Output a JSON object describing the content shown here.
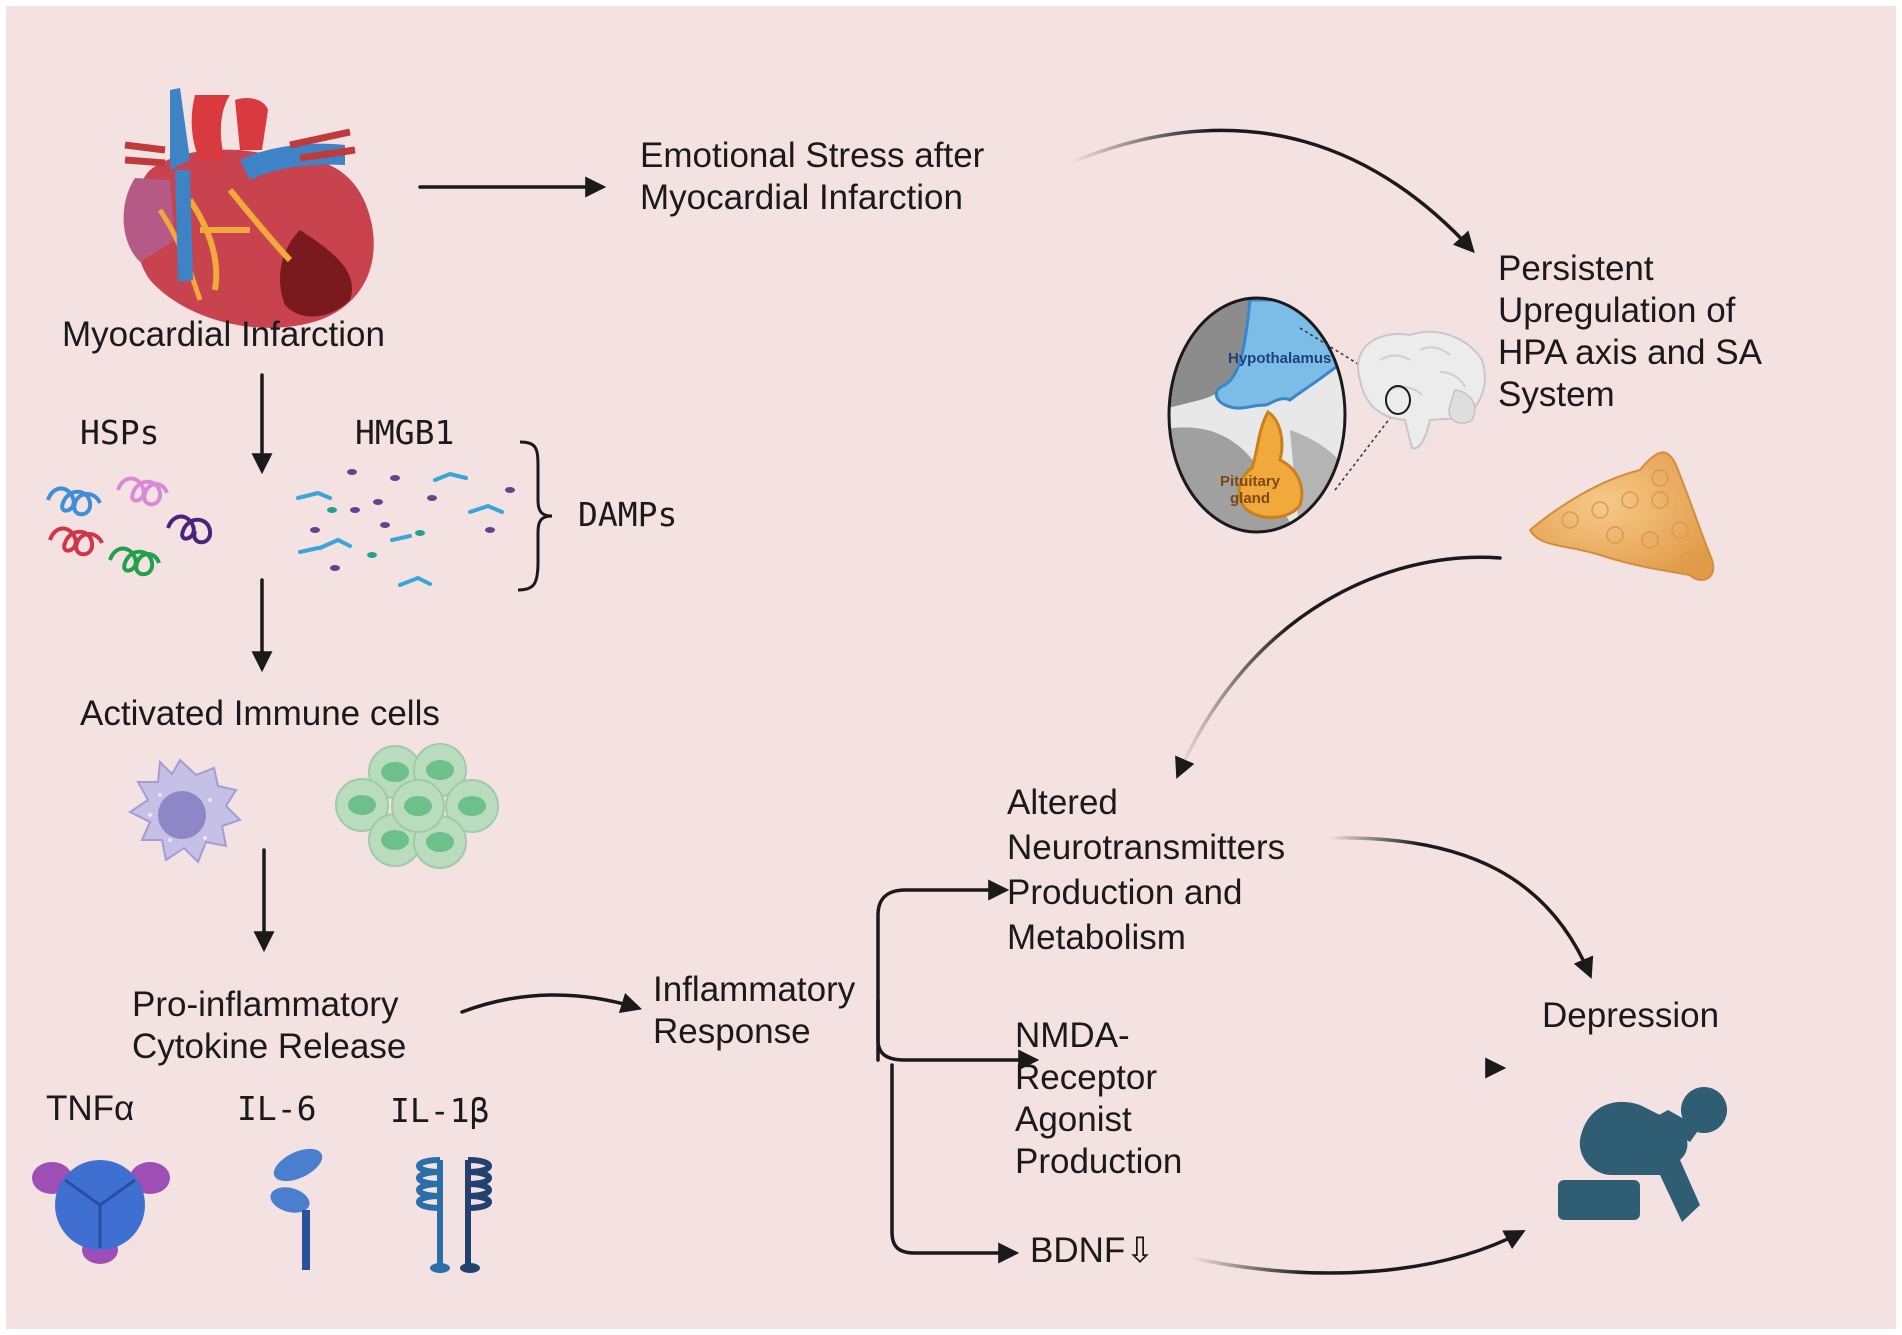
{
  "nodes": {
    "mi": "Myocardial Infarction",
    "emotional_stress": "Emotional Stress after\nMyocardial Infarction",
    "hpa": "Persistent\nUpregulation of\nHPA axis and SA\nSystem",
    "hsps": "HSPs",
    "hmgb1": "HMGB1",
    "damps": "DAMPs",
    "immune": "Activated Immune cells",
    "cytokine": "Pro-inflammatory\nCytokine Release",
    "tnf": "TNFα",
    "il6": "IL-6",
    "il1b": "IL-1β",
    "inflammatory": "Inflammatory\nResponse",
    "neuro": "Altered\nNeurotransmitters\nProduction and\nMetabolism",
    "nmda": "NMDA-\nReceptor\nAgonist\nProduction",
    "bdnf": "BDNF⇩",
    "depression": "Depression"
  },
  "brain_labels": {
    "hypothalamus": "Hypothalamus",
    "pituitary": "Pituitary\ngland"
  },
  "icons": [
    "heart-icon",
    "hsp-proteins-icon",
    "hmgb1-molecules-icon",
    "macrophage-icon",
    "cell-cluster-icon",
    "brain-icon",
    "hypothalamus-pituitary-icon",
    "adrenal-gland-icon",
    "tnf-alpha-icon",
    "il6-icon",
    "il1b-icon",
    "depressed-person-icon"
  ],
  "colors": {
    "background": "#f4e1e2",
    "arrow": "#1a1a1a",
    "person": "#2f5d73",
    "hypothalamus": "#7cbde8",
    "pituitary": "#f2a93b",
    "adrenal": "#eeae5c"
  }
}
